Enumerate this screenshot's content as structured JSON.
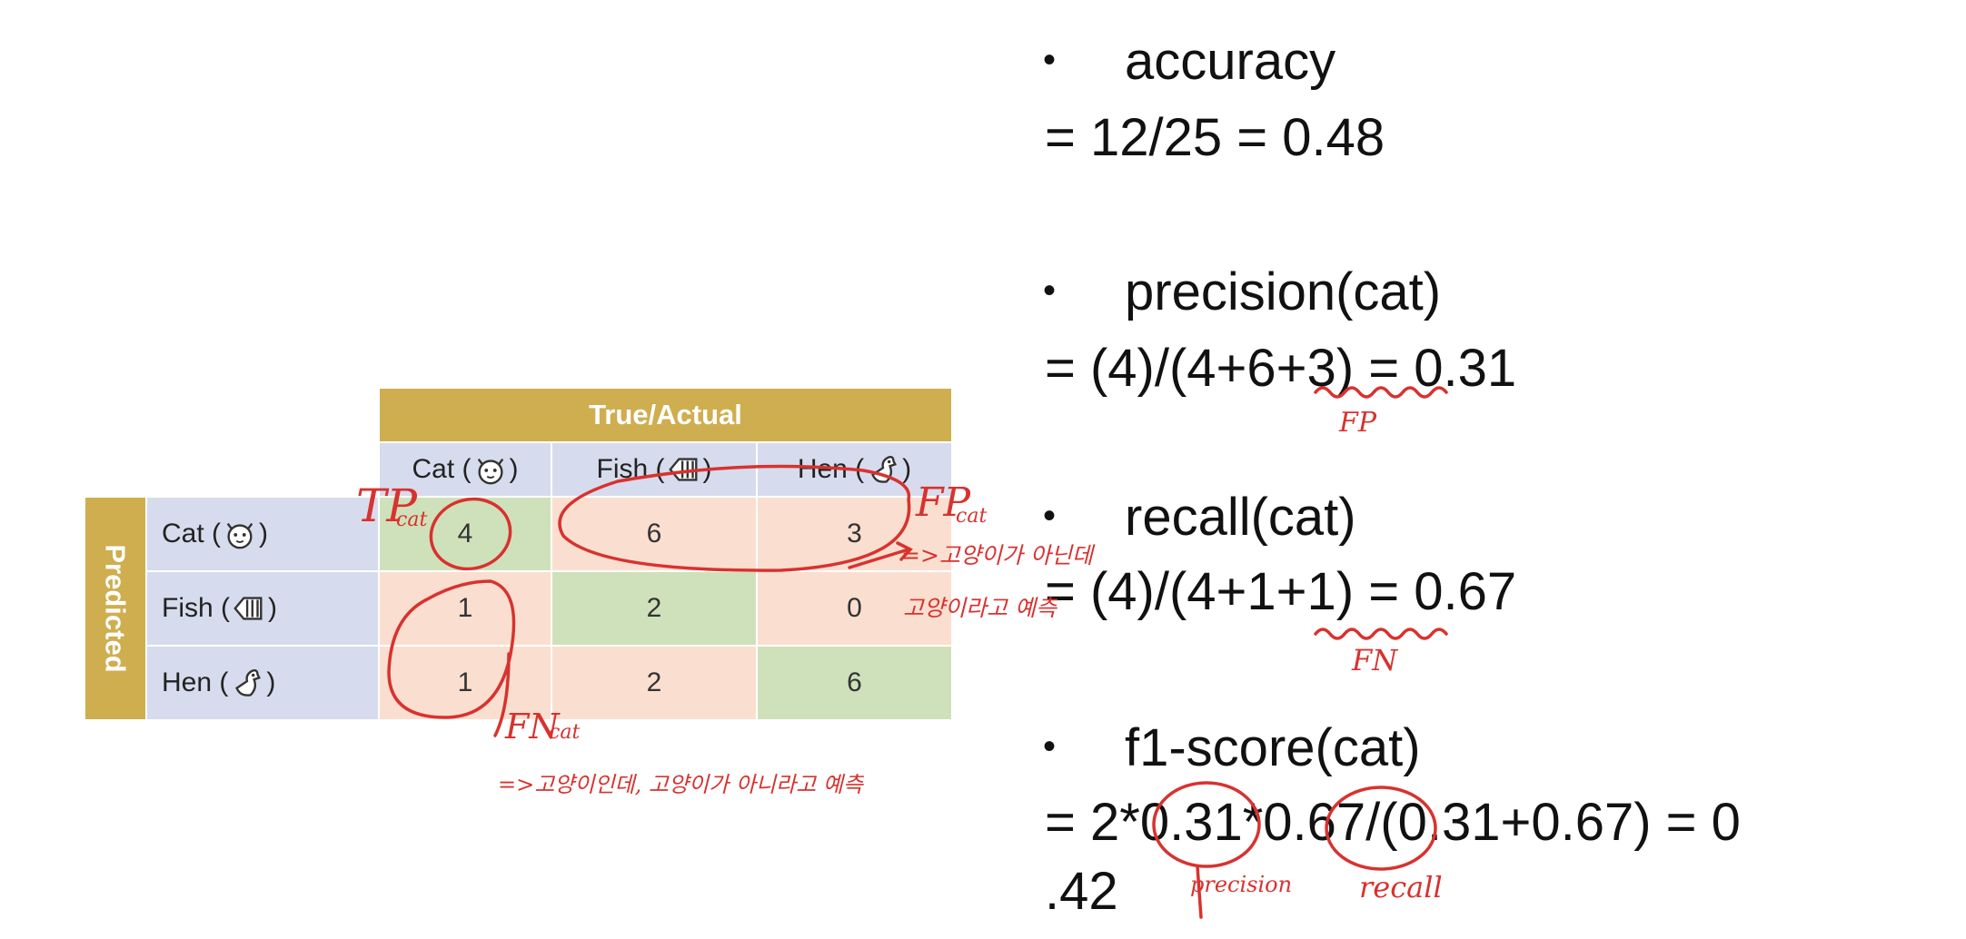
{
  "matrix": {
    "header": "True/Actual",
    "side_label": "Predicted",
    "columns": [
      "Cat (",
      "Fish (",
      "Hen ("
    ],
    "col_close": ")",
    "rows": [
      "Cat (",
      "Fish (",
      "Hen ("
    ],
    "row_close": ")",
    "values": [
      [
        "4",
        "6",
        "3"
      ],
      [
        "1",
        "2",
        "0"
      ],
      [
        "1",
        "2",
        "6"
      ]
    ],
    "icons": [
      "cat-icon",
      "fish-icon",
      "hen-icon"
    ],
    "colors": {
      "header": "#cfae4f",
      "label_bg": "#d6dced",
      "diag": "#cfe1ba",
      "off_diag": "#fadfd0"
    }
  },
  "formulas": {
    "accuracy_name": "accuracy",
    "accuracy_expr": "= 12/25 = 0.48",
    "precision_name": "precision(cat)",
    "precision_expr": "= (4)/(4+6+3) = 0.31",
    "recall_name": "recall(cat)",
    "recall_expr": "= (4)/(4+1+1) = 0.67",
    "f1_name": "f1-score(cat)",
    "f1_expr": "= 2*0.31*0.67/(0.31+0.67) = 0",
    "f1_expr_cont": ".42",
    "bullet": "•"
  },
  "annotations": {
    "tp": "TP",
    "fp": "FP",
    "fn": "FN",
    "sub": "cat",
    "fp_note_1": "=>고양이가 아닌데",
    "fp_note_2": "고양이라고 예측",
    "fn_note": "=>고양이인데, 고양이가 아니라고 예측",
    "fp_under": "FP",
    "fn_under": "FN",
    "precision_under": "precision",
    "recall_under": "recall",
    "color": "#d8322f"
  }
}
